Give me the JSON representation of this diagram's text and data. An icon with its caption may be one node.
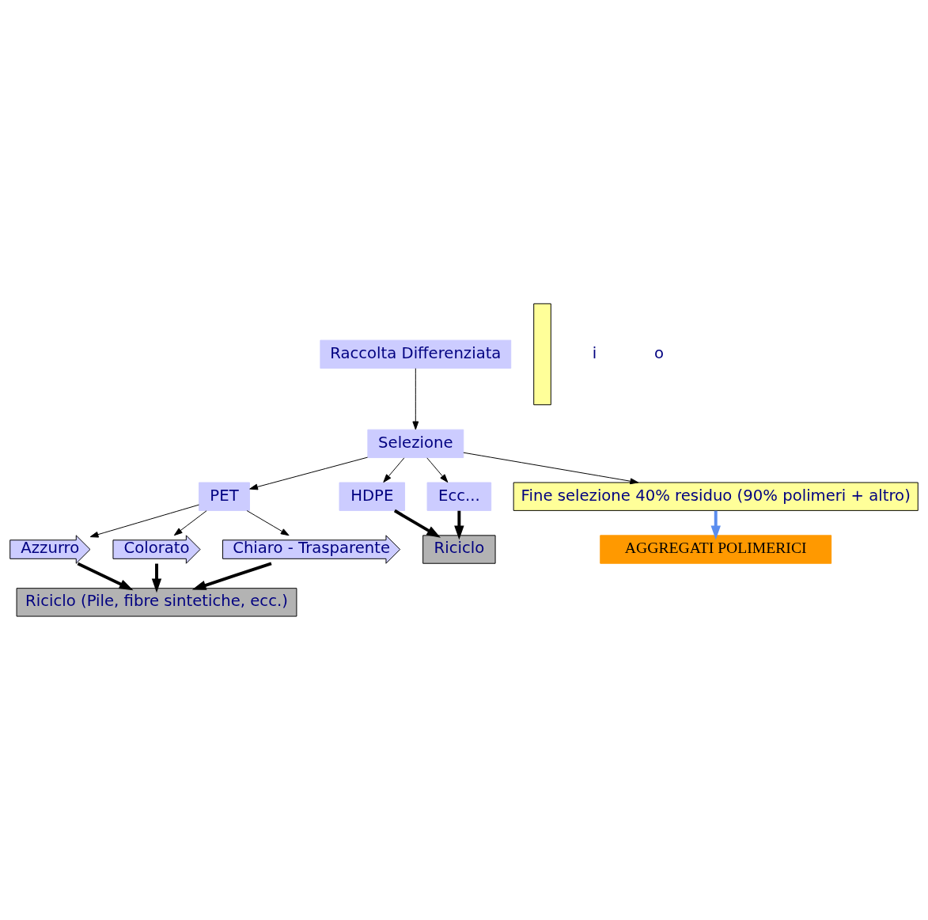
{
  "diagram": {
    "nodes": [
      {
        "text": [
          "Raccolta Differenziata"
        ]
      },
      {
        "text": [
          "Selezione"
        ]
      },
      {
        "text": [
          "PET"
        ]
      },
      {
        "text": [
          "Azzurro"
        ]
      },
      {
        "text": [
          "Colorato"
        ]
      },
      {
        "text": [
          "Chiaro - Trasparente"
        ]
      },
      {
        "text": [
          "Riciclo (Pile, fibre sintetiche, ecc.)"
        ]
      },
      {
        "text": [
          "HDPE"
        ]
      },
      {
        "text": [
          "Ecc..."
        ]
      },
      {
        "text": [
          "Riciclo"
        ]
      },
      {
        "text": [
          "Fine selezione 40% residuo (90% polimeri + altro)"
        ]
      },
      {
        "text": [
          "AGGREGATI POLIMERICI"
        ]
      },
      {
        "text": [],
        "shape": "box"
      }
    ],
    "edges": [
      {
        "from": 0,
        "to": 1,
        "arrow": "to"
      },
      {
        "from": 1,
        "to": 2,
        "arrow": "to"
      },
      {
        "from": 1,
        "to": 7,
        "arrow": "to"
      },
      {
        "from": 1,
        "to": 8,
        "arrow": "to"
      },
      {
        "from": 1,
        "to": 10,
        "arrow": "to"
      },
      {
        "from": 2,
        "to": 3,
        "arrow": "to"
      },
      {
        "from": 2,
        "to": 4,
        "arrow": "to"
      },
      {
        "from": 2,
        "to": 5,
        "arrow": "to"
      },
      {
        "from": 3,
        "to": 6,
        "arrow": "to",
        "style": "thick"
      },
      {
        "from": 4,
        "to": 6,
        "arrow": "to",
        "style": "thick"
      },
      {
        "from": 5,
        "to": 6,
        "arrow": "to",
        "style": "thick"
      },
      {
        "from": 7,
        "to": 9,
        "arrow": "to",
        "style": "thick"
      },
      {
        "from": 8,
        "to": 9,
        "arrow": "to",
        "style": "thick"
      },
      {
        "from": 10,
        "to": 11,
        "arrow": "to",
        "style": "thick",
        "color": "#5b8def"
      }
    ],
    "labels": [
      "i",
      "o"
    ]
  }
}
